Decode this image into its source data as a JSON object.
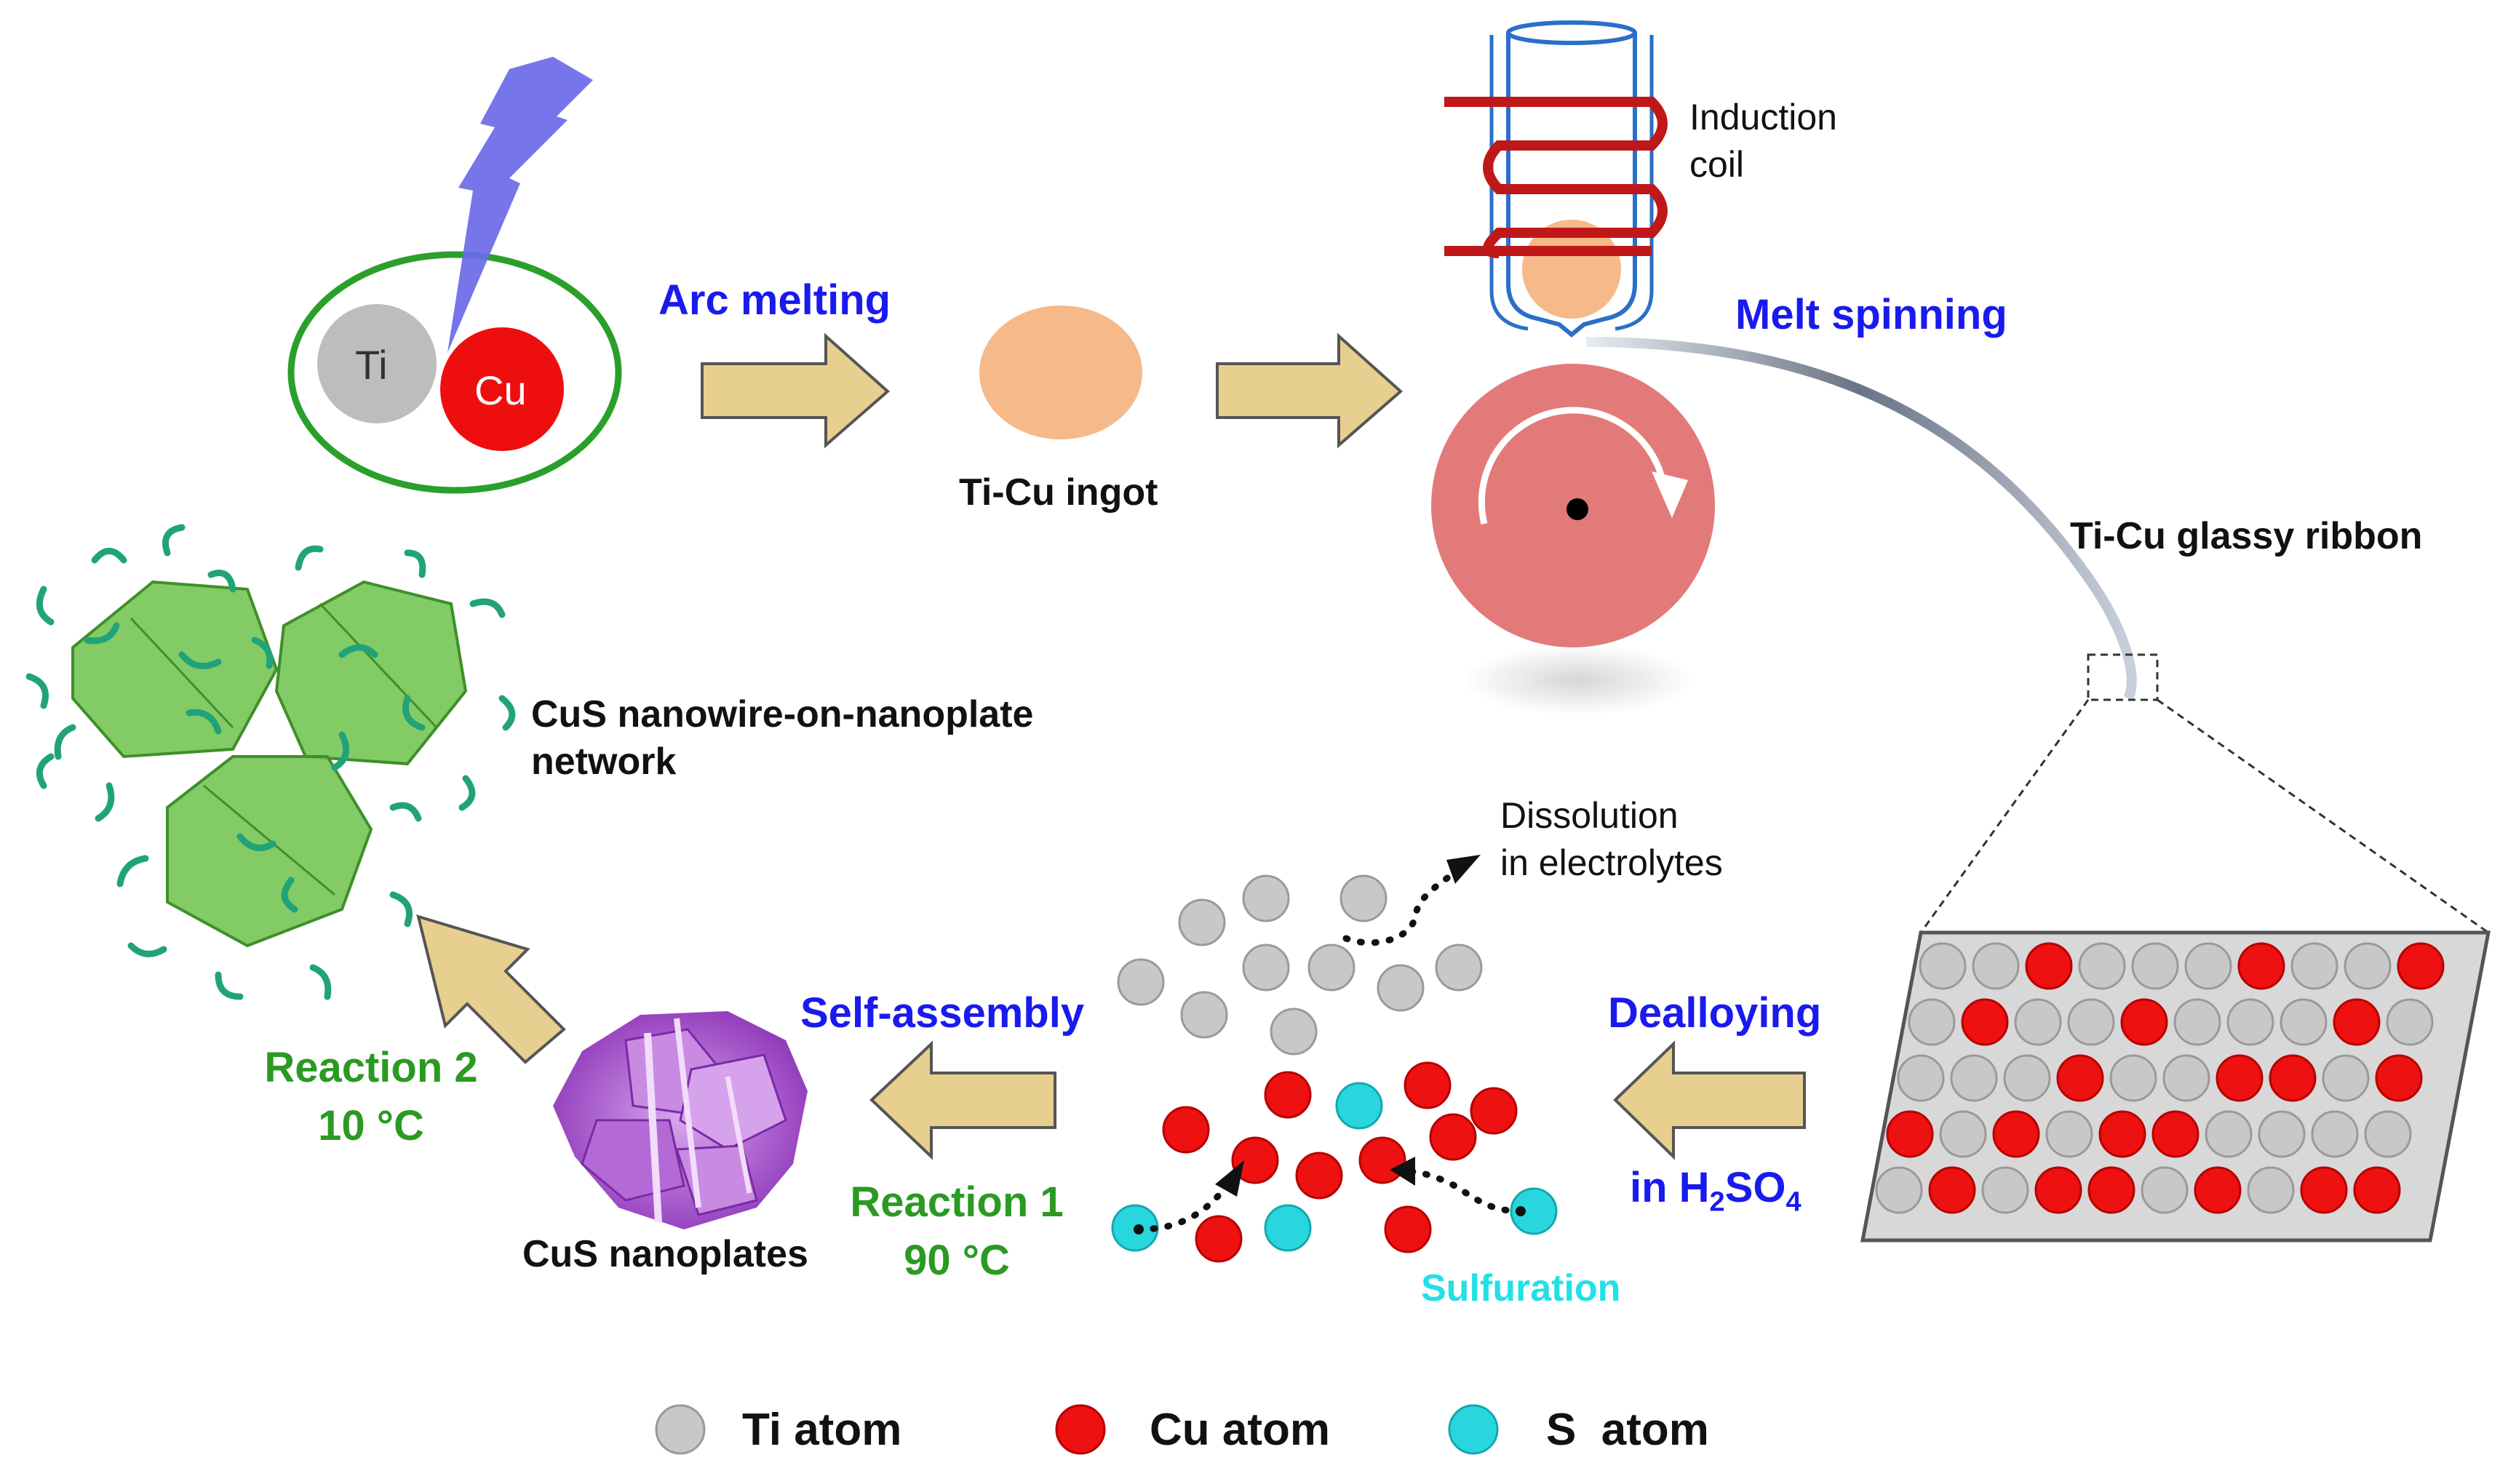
{
  "colors": {
    "ti_atom": "#c8c8c8",
    "cu_atom": "#ee1111",
    "s_atom": "#2ad6de",
    "process_label": "#1a1aee",
    "reaction_label": "#2a9a22",
    "sulfuration_label": "#22e0e8",
    "process_arrow": "#e6cf8f",
    "ingot": "#f5b98a",
    "wheel": "#e37a7a",
    "induction_coil": "#c01818",
    "lightning": "#6a6ae8",
    "crucible_outline": "#2a6fc9",
    "nanoplate_network": "#6cc24a",
    "cus_nanoplates": "#a94bd0"
  },
  "icons": [
    "lightning-bolt-icon",
    "process-arrow-icon",
    "wheel-rotation-arrow-icon"
  ],
  "arc_melting": {
    "ti_label": "Ti",
    "cu_label": "Cu",
    "process_label": "Arc melting"
  },
  "ingot": {
    "label": "Ti-Cu ingot"
  },
  "melt_spinning": {
    "coil_label_line1": "Induction",
    "coil_label_line2": "coil",
    "process_label": "Melt spinning",
    "ribbon_label": "Ti-Cu glassy ribbon"
  },
  "dealloying": {
    "label_line1": "Dealloying",
    "label_line2_prefix": "in H",
    "sub1": "2",
    "label_line2_mid": "SO",
    "sub2": "4",
    "ribbon_grid": [
      [
        "Ti",
        "Ti",
        "Cu",
        "Ti",
        "Ti",
        "Ti",
        "Cu",
        "Ti",
        "Ti",
        "Cu"
      ],
      [
        "Ti",
        "Cu",
        "Ti",
        "Ti",
        "Cu",
        "Ti",
        "Ti",
        "Ti",
        "Cu",
        "Ti"
      ],
      [
        "Ti",
        "Ti",
        "Ti",
        "Cu",
        "Ti",
        "Ti",
        "Cu",
        "Cu",
        "Ti",
        "Cu"
      ],
      [
        "Cu",
        "Ti",
        "Cu",
        "Ti",
        "Cu",
        "Cu",
        "Ti",
        "Ti",
        "Ti",
        "Ti"
      ],
      [
        "Ti",
        "Cu",
        "Ti",
        "Cu",
        "Cu",
        "Ti",
        "Cu",
        "Ti",
        "Cu",
        "Cu"
      ]
    ]
  },
  "dissolution": {
    "label_line1": "Dissolution",
    "label_line2": "in electrolytes"
  },
  "sulfuration": {
    "label": "Sulfuration"
  },
  "self_assembly": {
    "label": "Self-assembly",
    "reaction_line1": "Reaction 1",
    "reaction_line2": "90 °C"
  },
  "nanoplates": {
    "label": "CuS nanoplates",
    "reaction_line1": "Reaction 2",
    "reaction_line2": "10 °C"
  },
  "network": {
    "label_line1": "CuS nanowire-on-nanoplate",
    "label_line2": "network"
  },
  "legend": {
    "ti": "Ti atom",
    "cu": "Cu atom",
    "s": "S  atom"
  }
}
